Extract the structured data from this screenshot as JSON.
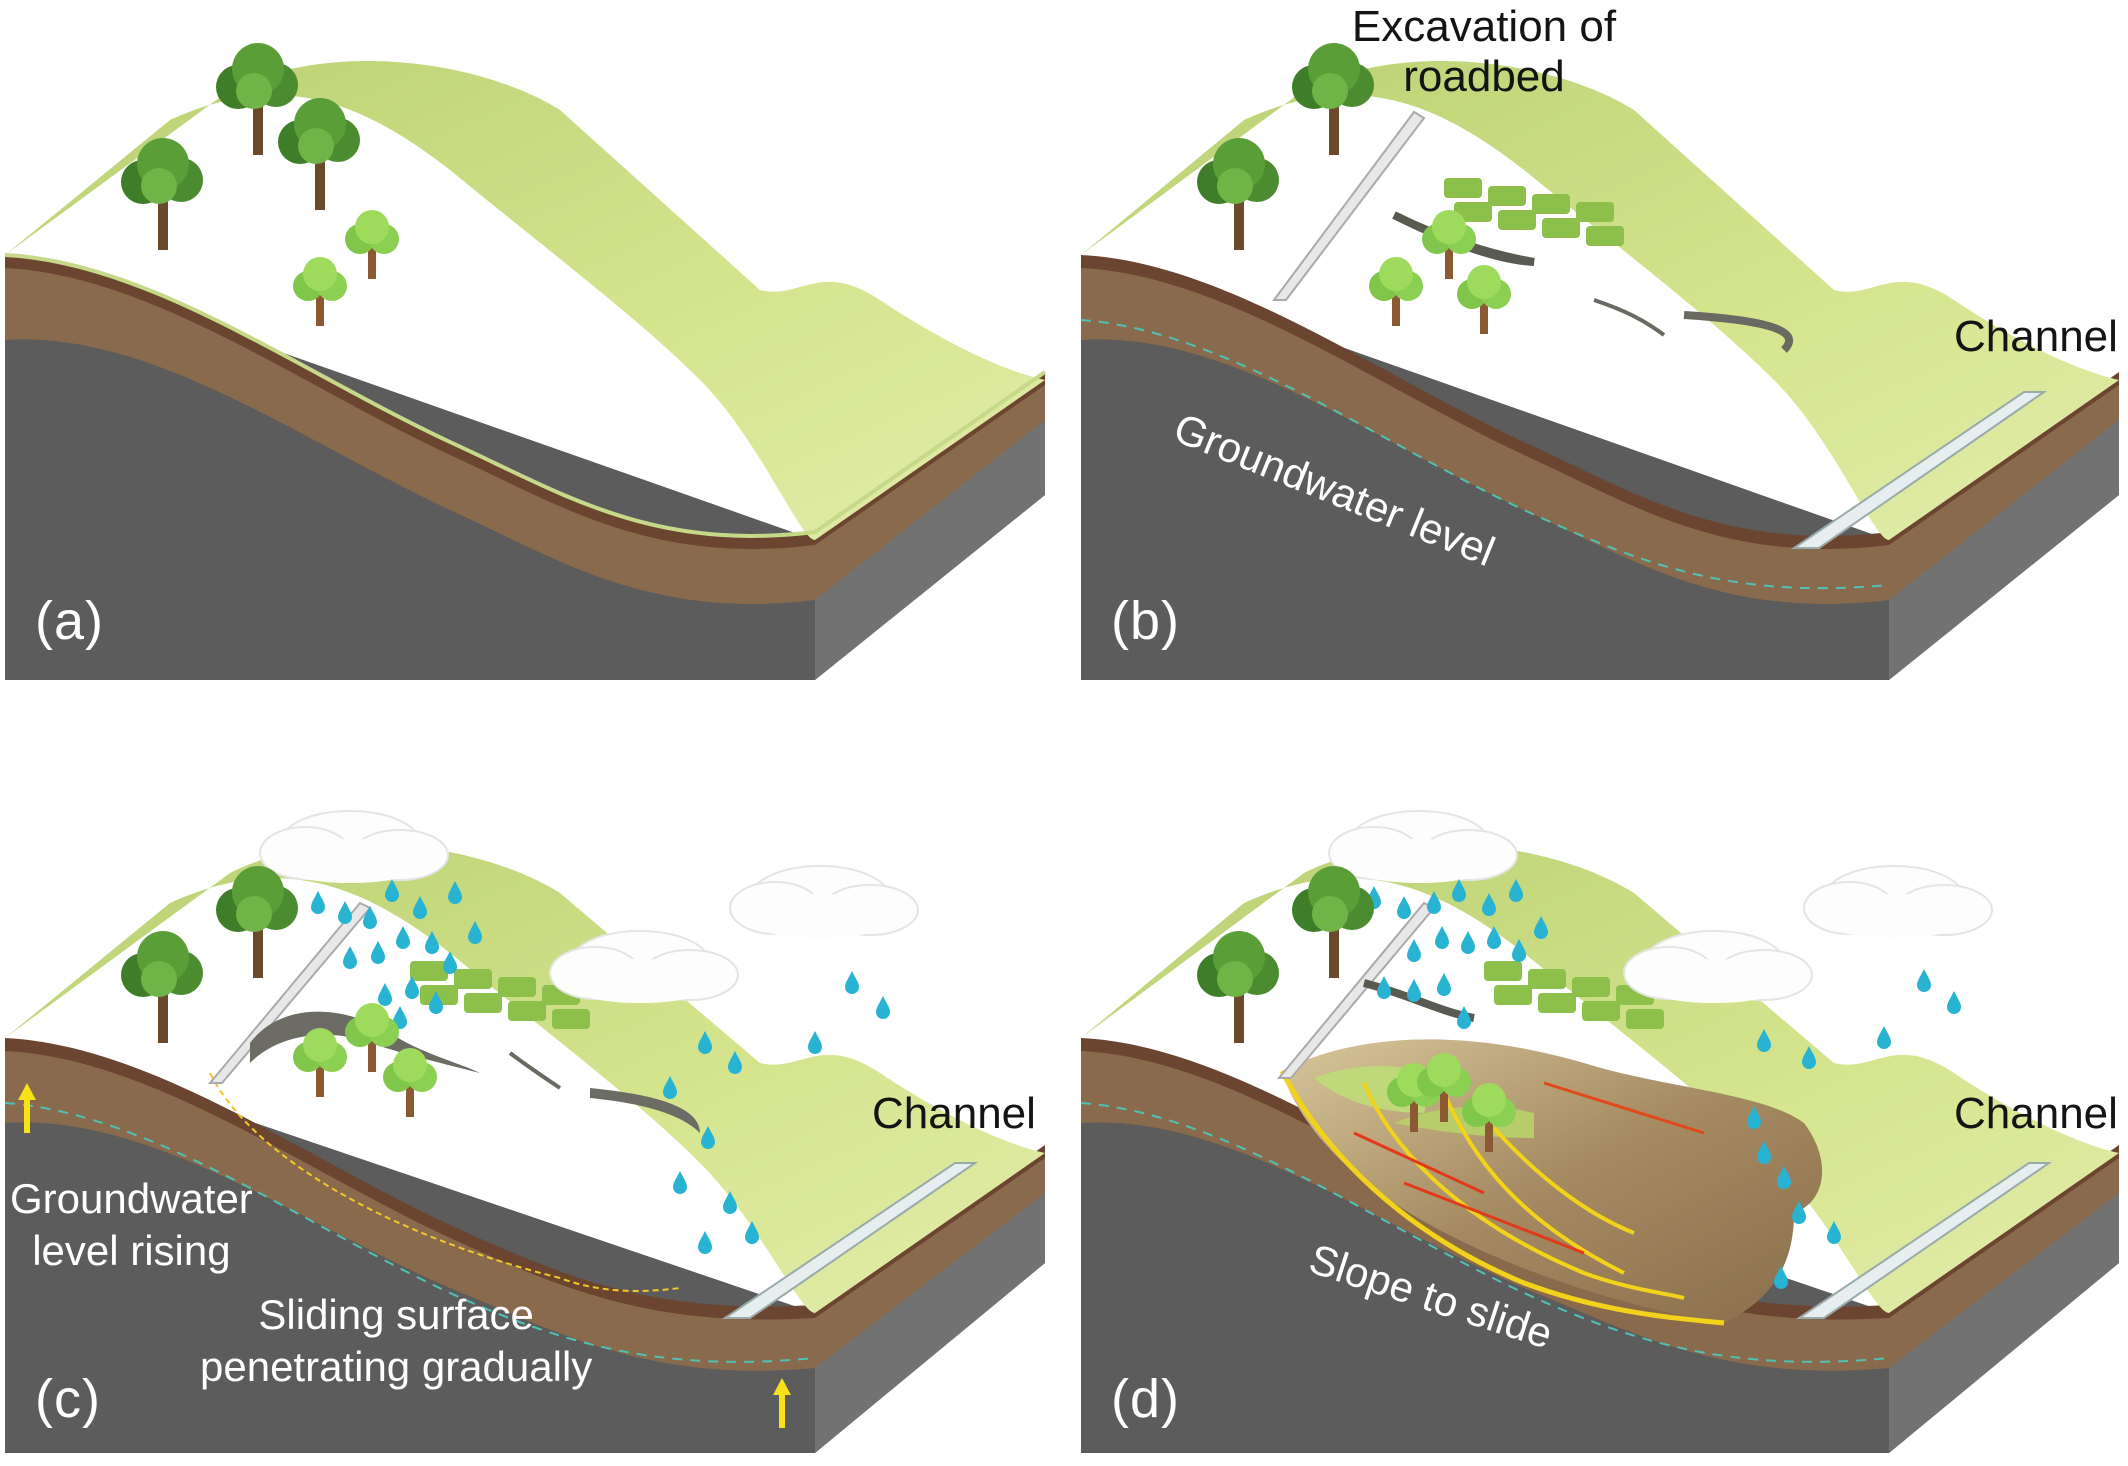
{
  "panels": {
    "a": {
      "letter": "(a)"
    },
    "b": {
      "letter": "(b)",
      "excavation_label": "Excavation of\nroadbed",
      "channel_label": "Channel",
      "groundwater_label": "Groundwater level"
    },
    "c": {
      "letter": "(c)",
      "channel_label": "Channel",
      "groundwater_rising_label": "Groundwater\nlevel rising",
      "sliding_surface_label": "Sliding surface\npenetrating gradually"
    },
    "d": {
      "letter": "(d)",
      "channel_label": "Channel",
      "slide_label": "Slope to slide"
    }
  },
  "colors": {
    "grass": "#cfe08a",
    "soil": "#8a6a4c",
    "rock": "#5a5a5a",
    "rock_side": "#707070",
    "tree": "#4e8f32",
    "rain": "#2cb6d3",
    "slip_line": "#f2d21b",
    "arrow": "#f7e21a",
    "groundwater_line": "#4fc1b7"
  }
}
